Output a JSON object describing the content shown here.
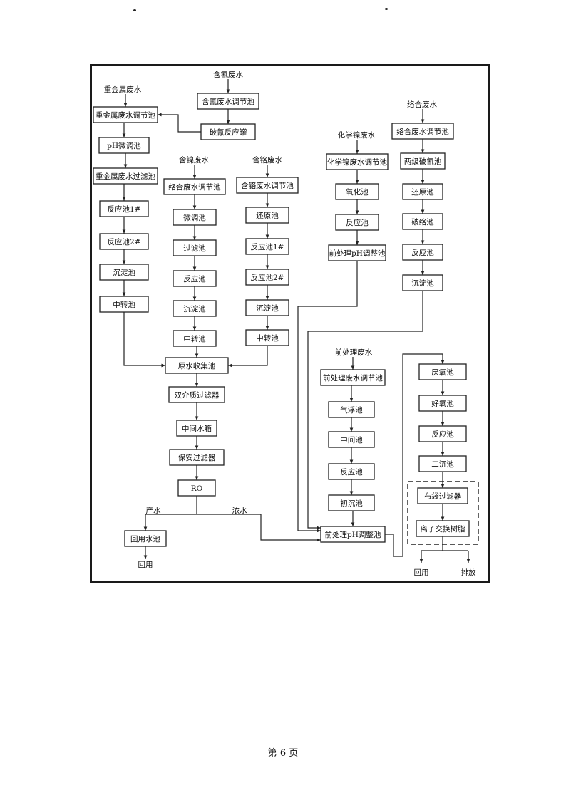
{
  "nodes": {
    "hm_in": "重金属废水",
    "hm_adj": "重金属废水调节池",
    "ph_fine": "pH微调池",
    "hm_filter": "重金属废水过滤池",
    "hm_r1": "反应池1#",
    "hm_r2": "反应池2#",
    "hm_settle": "沉淀池",
    "hm_transfer": "中转池",
    "cn_in": "含氰废水",
    "cn_adj": "含氰废水调节池",
    "cn_tank": "破氰反应罐",
    "ni_in": "含镍废水",
    "ni_adj": "络合废水调节池",
    "ni_fine": "微调池",
    "ni_filter": "过滤池",
    "ni_react": "反应池",
    "ni_settle": "沉淀池",
    "ni_transfer": "中转池",
    "cr_in": "含铬废水",
    "cr_adj": "含铬废水调节池",
    "cr_reduce": "还原池",
    "cr_r1": "反应池1#",
    "cr_r2": "反应池2#",
    "cr_settle": "沉淀池",
    "cr_transfer": "中转池",
    "chemni_in": "化学镍废水",
    "chemni_adj": "化学镍废水调节池",
    "chemni_ox": "氧化池",
    "chemni_react": "反应池",
    "chemni_ph": "前处理pH调整池",
    "cx_in": "络合废水",
    "cx_adj": "络合废水调节池",
    "cx_brk": "两级破氰池",
    "cx_reduce": "还原池",
    "cx_breakcr": "破络池",
    "cx_react": "反应池",
    "cx_settle": "沉淀池",
    "raw_collect": "原水收集池",
    "dual_filter": "双介质过滤器",
    "mid_tank": "中间水箱",
    "security_filter": "保安过滤器",
    "ro": "RO",
    "product_label": "产水",
    "conc_label": "浓水",
    "reuse_pool": "回用水池",
    "reuse_out": "回用",
    "pre_in": "前处理废水",
    "pre_adj": "前处理废水调节池",
    "air_float": "气浮池",
    "pre_mid": "中间池",
    "pre_react": "反应池",
    "first_settle": "初沉池",
    "pre_ph": "前处理pH调整池",
    "anaerobic": "厌氧池",
    "aerobic": "好氧池",
    "bio_react": "反应池",
    "second_settle": "二沉池",
    "bag_filter": "布袋过滤器",
    "ion_exchange": "离子交换树脂",
    "final_reuse": "回用",
    "discharge": "排放"
  },
  "page_number": "第 6 页"
}
